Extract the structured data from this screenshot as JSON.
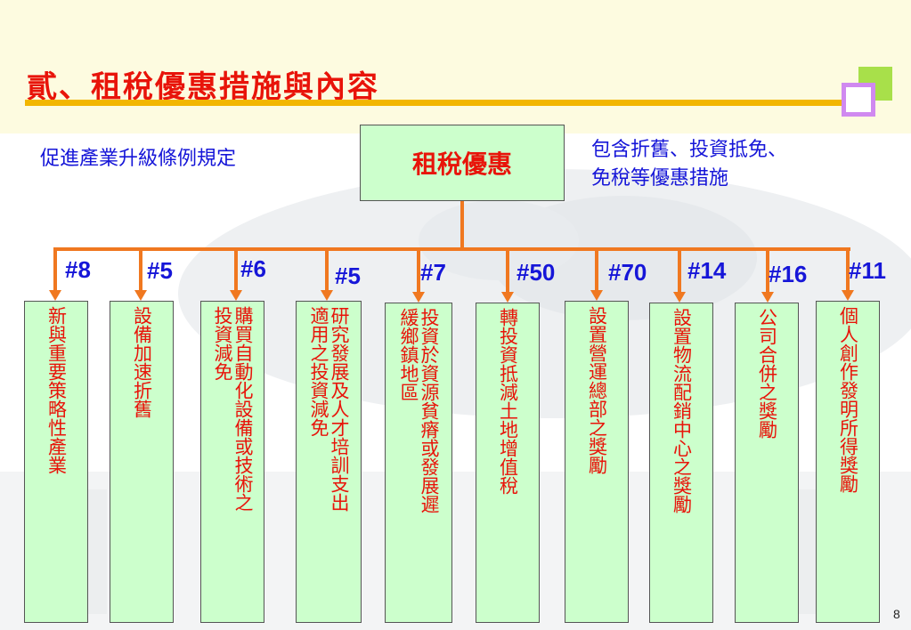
{
  "title": "貳、租稅優惠措施與內容",
  "left_note": "促進產業升級條例規定",
  "right_note": [
    "包含折舊、投資抵免、",
    "免稅等優惠措施"
  ],
  "root": "租稅優惠",
  "page_number": "8",
  "colors": {
    "title": "#e8140a",
    "note": "#1616d8",
    "box_fill": "#ccffcc",
    "connector": "#f07820",
    "title_bar": "#f2b600"
  },
  "items": [
    {
      "number": "#8",
      "cols": [
        "新與重要策略性產業"
      ]
    },
    {
      "number": "#5",
      "cols": [
        "設備加速折舊"
      ]
    },
    {
      "number": "#6",
      "cols": [
        "購買自動化設備或技術之",
        "投資減免"
      ]
    },
    {
      "number": "#5",
      "cols": [
        "研究發展及人才培訓支出",
        "適用之投資減免"
      ]
    },
    {
      "number": "#7",
      "cols": [
        "投資於資源貧瘠或發展遲",
        "緩鄉鎮地區"
      ]
    },
    {
      "number": "#50",
      "cols": [
        "轉投資抵減土地增值稅"
      ]
    },
    {
      "number": "#70",
      "cols": [
        "設置營運總部之獎勵"
      ]
    },
    {
      "number": "#14",
      "cols": [
        "設置物流配銷中心之獎勵"
      ]
    },
    {
      "number": "#16",
      "cols": [
        "公司合併之獎勵"
      ]
    },
    {
      "number": "#11",
      "cols": [
        "個人創作發明所得獎勵"
      ]
    }
  ]
}
